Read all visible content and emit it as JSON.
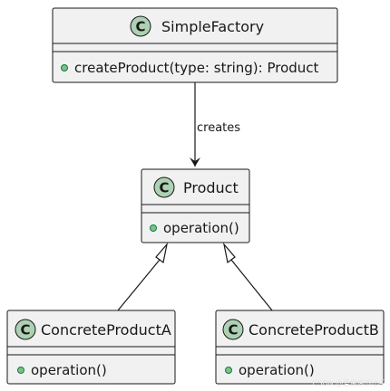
{
  "classes": {
    "simple_factory": {
      "stereotype": "C",
      "name": "SimpleFactory",
      "method": "createProduct(type: string): Product"
    },
    "product": {
      "stereotype": "C",
      "name": "Product",
      "method": "operation()"
    },
    "concrete_a": {
      "stereotype": "C",
      "name": "ConcreteProductA",
      "method": "operation()"
    },
    "concrete_b": {
      "stereotype": "C",
      "name": "ConcreteProductB",
      "method": "operation()"
    }
  },
  "relations": {
    "creates_label": "creates"
  },
  "watermark": "CSDN @爱偷偷的小平",
  "colors": {
    "class_fill": "#f1f1f1",
    "badge_fill": "#add1b2",
    "public_dot": "#84be84",
    "line": "#181818"
  }
}
